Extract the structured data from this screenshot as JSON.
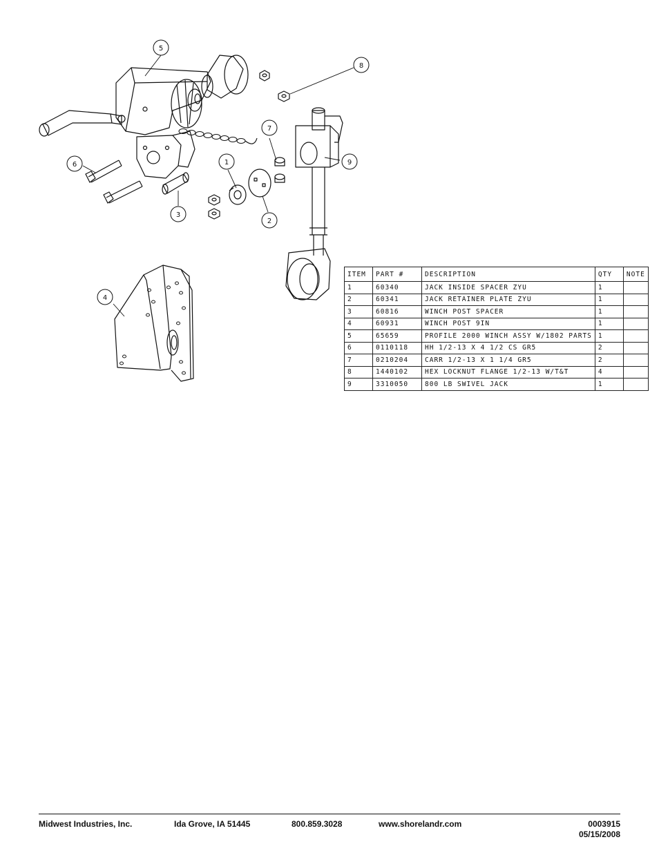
{
  "parts_table": {
    "headers": [
      "ITEM",
      "PART #",
      "DESCRIPTION",
      "QTY",
      "NOTE"
    ],
    "rows": [
      [
        "1",
        "60340",
        "JACK INSIDE SPACER ZYU",
        "1",
        ""
      ],
      [
        "2",
        "60341",
        "JACK RETAINER PLATE ZYU",
        "1",
        ""
      ],
      [
        "3",
        "60816",
        "WINCH POST SPACER",
        "1",
        ""
      ],
      [
        "4",
        "60931",
        "WINCH POST 9IN",
        "1",
        ""
      ],
      [
        "5",
        "65659",
        "PROFILE 2000 WINCH ASSY W/1802 PARTS",
        "1",
        ""
      ],
      [
        "6",
        "0110118",
        "HH 1/2-13 X 4 1/2 CS GR5",
        "2",
        ""
      ],
      [
        "7",
        "0210204",
        "CARR 1/2-13 X 1 1/4 GR5",
        "2",
        ""
      ],
      [
        "8",
        "1440102",
        "HEX LOCKNUT FLANGE 1/2-13 W/T&T",
        "4",
        ""
      ],
      [
        "9",
        "3310050",
        "800 LB SWIVEL JACK",
        "1",
        ""
      ]
    ]
  },
  "callouts": [
    "1",
    "2",
    "3",
    "4",
    "5",
    "6",
    "7",
    "8",
    "9"
  ],
  "footer": {
    "company": "Midwest Industries, Inc.",
    "location": "Ida Grove, IA  51445",
    "phone": "800.859.3028",
    "website": "www.shorelandr.com",
    "doc_number": "0003915",
    "date": "05/15/2008"
  }
}
